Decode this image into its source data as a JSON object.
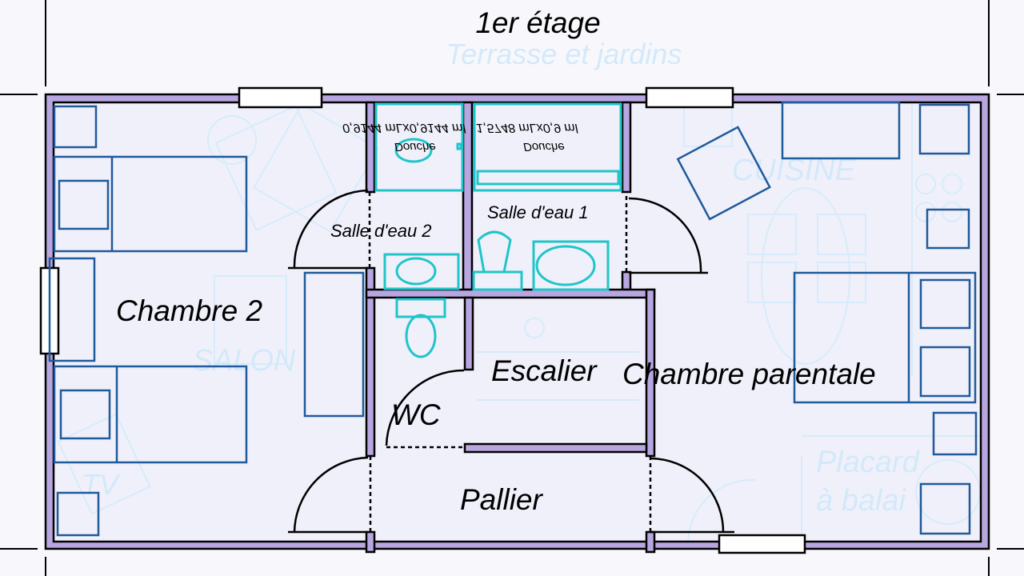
{
  "title": "1er étage",
  "ghost_labels": {
    "terrasse": "Terrasse et jardins",
    "cuisine": "CUISINE",
    "salon": "SALON",
    "tv": "TV",
    "placard_line1": "Placard",
    "placard_line2": "à balai"
  },
  "rooms": {
    "chambre2": "Chambre 2",
    "salle_eau_2": "Salle d'eau 2",
    "salle_eau_1": "Salle d'eau 1",
    "escalier": "Escalier",
    "chambre_parentale": "Chambre parentale",
    "wc": "WC",
    "pallier": "Pallier"
  },
  "fixtures": {
    "douche_2_label": "Douche",
    "douche_2_size": "0,9144 mLx0,9144 ml",
    "douche_1_label": "Douche",
    "douche_1_size": "1,5748 mLx0,9 ml"
  },
  "colors": {
    "wall": "#b8a6e0",
    "furniture": "#1f5a9a",
    "sanitary": "#1fc5c9",
    "ghost": "#d3e9fa"
  }
}
